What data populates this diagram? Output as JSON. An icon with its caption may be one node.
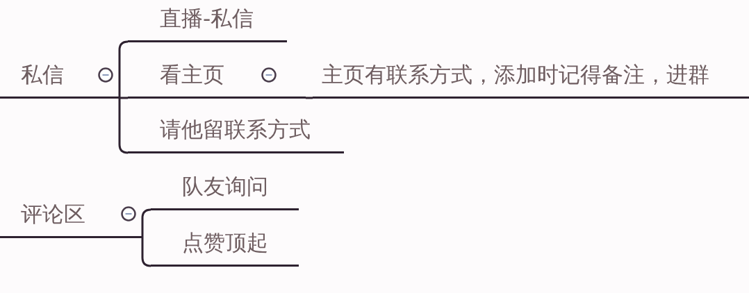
{
  "diagram": {
    "nodes": [
      {
        "text": [
          "私信"
        ]
      },
      {
        "text": [
          "直播-私信"
        ]
      },
      {
        "text": [
          "看主页"
        ]
      },
      {
        "text": [
          "主页有联系方式，添加时记得备注，进群"
        ]
      },
      {
        "text": [
          "请他留联系方式"
        ]
      },
      {
        "text": [
          "评论区"
        ]
      },
      {
        "text": [
          "队友询问"
        ]
      },
      {
        "text": [
          "点赞顶起"
        ]
      }
    ],
    "edges": [
      {
        "from": 0,
        "to": 1,
        "arrow": "none"
      },
      {
        "from": 0,
        "to": 2,
        "arrow": "none"
      },
      {
        "from": 0,
        "to": 4,
        "arrow": "none"
      },
      {
        "from": 2,
        "to": 3,
        "arrow": "none"
      },
      {
        "from": 5,
        "to": 6,
        "arrow": "none"
      },
      {
        "from": 5,
        "to": 7,
        "arrow": "none"
      }
    ]
  }
}
